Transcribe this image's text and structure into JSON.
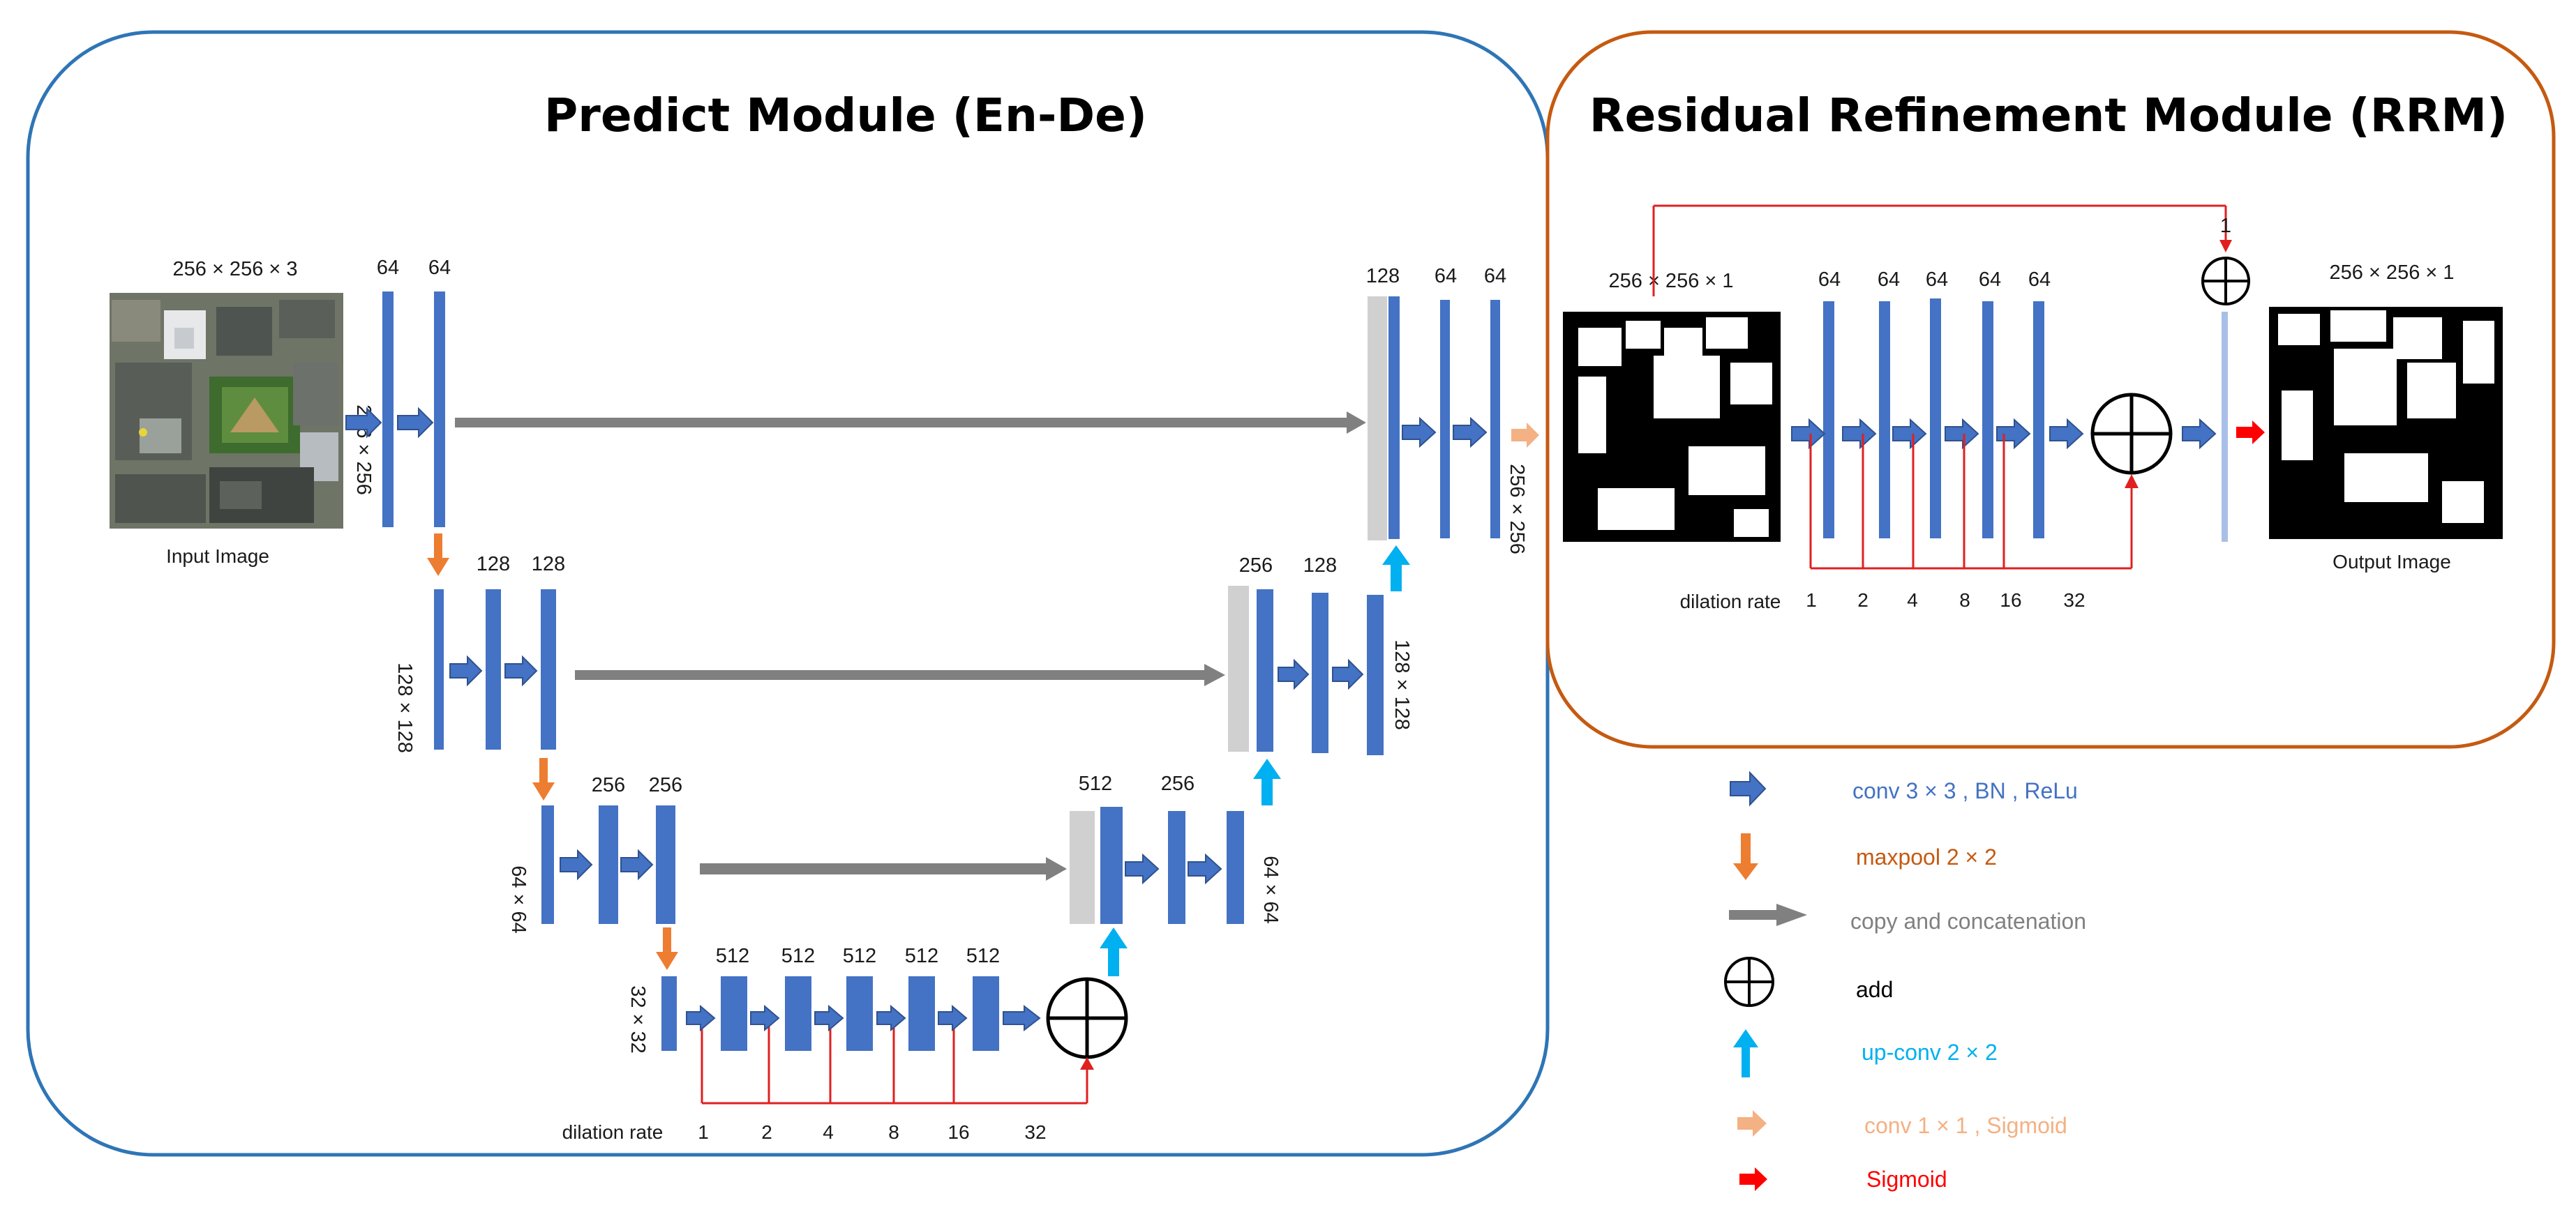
{
  "titles": {
    "predict": "Predict Module (En-De)",
    "rrm": "Residual Refinement Module (RRM)"
  },
  "input": {
    "size": "256 × 256 × 3",
    "caption": "Input Image"
  },
  "output": {
    "size": "256 × 256 × 1",
    "caption": "Output Image"
  },
  "rrm_input_size": "256 × 256 × 1",
  "rrm_top_label": "1",
  "spatial": {
    "s256": "256 × 256",
    "s128": "128 × 128",
    "s64": "64 × 64",
    "s32": "32 × 32"
  },
  "channels": {
    "c64": "64",
    "c128": "128",
    "c256": "256",
    "c512": "512"
  },
  "dilation": {
    "label": "dilation rate",
    "rates": [
      "1",
      "2",
      "4",
      "8",
      "16",
      "32"
    ]
  },
  "legend": [
    {
      "icon": "blue-arrow-icon",
      "text": "conv 3 × 3 , BN , ReLu",
      "color": "#4472c4"
    },
    {
      "icon": "orange-arrow-icon",
      "text": "maxpool 2 × 2",
      "color": "#c55a11"
    },
    {
      "icon": "gray-arrow-icon",
      "text": "copy and concatenation",
      "color": "#808080"
    },
    {
      "icon": "add-icon",
      "text": "add",
      "color": "#000000"
    },
    {
      "icon": "cyan-arrow-icon",
      "text": "up-conv 2 × 2",
      "color": "#00b0f0"
    },
    {
      "icon": "peach-arrow-icon",
      "text": "conv 1 × 1 , Sigmoid",
      "color": "#f4b183"
    },
    {
      "icon": "red-arrow-icon",
      "text": "Sigmoid",
      "color": "#ff0000"
    }
  ],
  "colors": {
    "block": "#4472c4",
    "predict_border": "#2e75b6",
    "rrm_border": "#c55a11",
    "skip": "#808080",
    "pool": "#ed7d31",
    "upconv": "#00b0f0",
    "conv1x1": "#f4b183",
    "sigmoid": "#ff0000"
  }
}
